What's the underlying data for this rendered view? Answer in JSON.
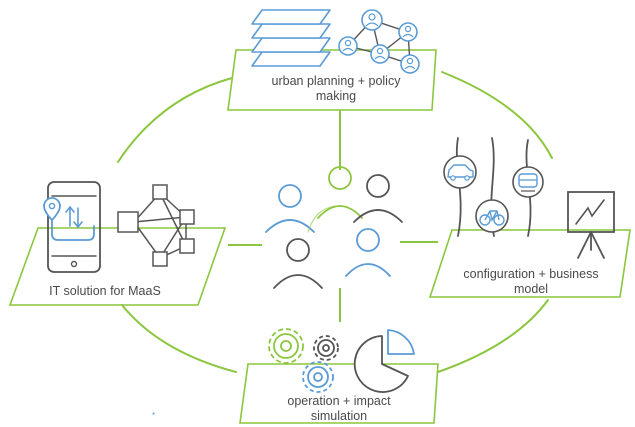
{
  "nodes": {
    "urban_planning": {
      "line1": "urban planning + policy",
      "line2": "making"
    },
    "it_solution": {
      "line1": "IT solution for MaaS"
    },
    "configuration": {
      "line1": "configuration + business",
      "line2": "model"
    },
    "operation": {
      "line1": "operation + impact",
      "line2": "simulation"
    }
  },
  "colors": {
    "green": "#8cc63f",
    "blue": "#5b9bd5",
    "gray": "#555555"
  }
}
